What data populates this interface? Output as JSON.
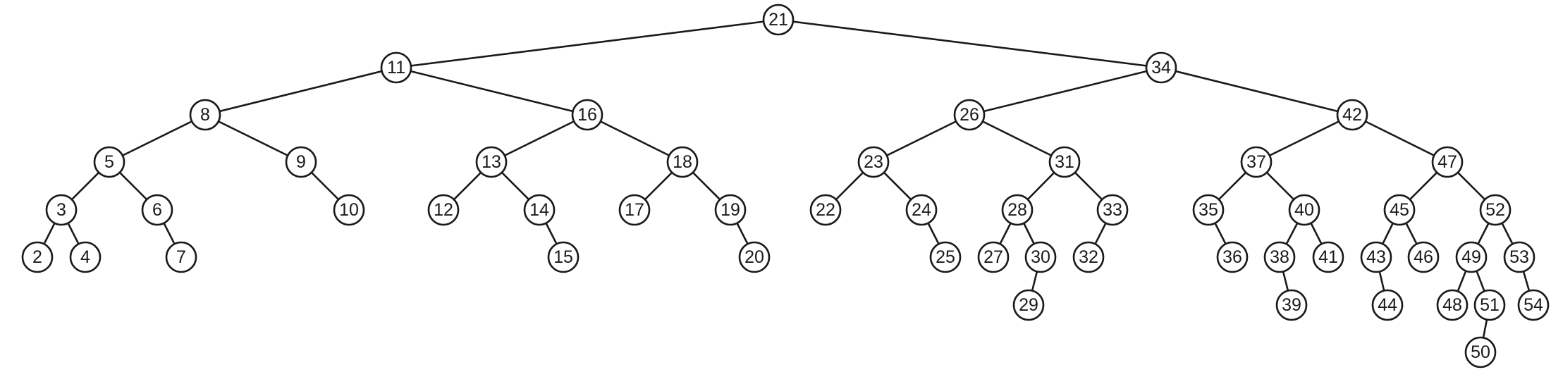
{
  "tree": {
    "nodes": [
      {
        "label": "21",
        "children": [
          "11",
          "34"
        ]
      },
      {
        "label": "11",
        "children": [
          "8",
          "16"
        ]
      },
      {
        "label": "34",
        "children": [
          "26",
          "42"
        ]
      },
      {
        "label": "8",
        "children": [
          "5",
          "9"
        ]
      },
      {
        "label": "16",
        "children": [
          "13",
          "18"
        ]
      },
      {
        "label": "26",
        "children": [
          "23",
          "31"
        ]
      },
      {
        "label": "42",
        "children": [
          "37",
          "47"
        ]
      },
      {
        "label": "5",
        "children": [
          "3",
          "6"
        ]
      },
      {
        "label": "9",
        "children": [
          "10"
        ]
      },
      {
        "label": "13",
        "children": [
          "12",
          "14"
        ]
      },
      {
        "label": "18",
        "children": [
          "17",
          "19"
        ]
      },
      {
        "label": "23",
        "children": [
          "22",
          "24"
        ]
      },
      {
        "label": "31",
        "children": [
          "28",
          "33"
        ]
      },
      {
        "label": "37",
        "children": [
          "35",
          "40"
        ]
      },
      {
        "label": "47",
        "children": [
          "45",
          "52"
        ]
      },
      {
        "label": "3",
        "children": [
          "2",
          "4"
        ]
      },
      {
        "label": "6",
        "children": [
          "7"
        ]
      },
      {
        "label": "10",
        "children": []
      },
      {
        "label": "12",
        "children": []
      },
      {
        "label": "14",
        "children": [
          "15"
        ]
      },
      {
        "label": "17",
        "children": []
      },
      {
        "label": "19",
        "children": [
          "20"
        ]
      },
      {
        "label": "22",
        "children": []
      },
      {
        "label": "24",
        "children": [
          "25"
        ]
      },
      {
        "label": "28",
        "children": [
          "27",
          "30"
        ]
      },
      {
        "label": "33",
        "children": [
          "32"
        ]
      },
      {
        "label": "35",
        "children": [
          "36"
        ]
      },
      {
        "label": "40",
        "children": [
          "38",
          "41"
        ]
      },
      {
        "label": "45",
        "children": [
          "43",
          "46"
        ]
      },
      {
        "label": "52",
        "children": [
          "49",
          "53"
        ]
      },
      {
        "label": "2",
        "children": []
      },
      {
        "label": "4",
        "children": []
      },
      {
        "label": "7",
        "children": []
      },
      {
        "label": "15",
        "children": []
      },
      {
        "label": "20",
        "children": []
      },
      {
        "label": "25",
        "children": []
      },
      {
        "label": "27",
        "children": []
      },
      {
        "label": "30",
        "children": [
          "29"
        ]
      },
      {
        "label": "32",
        "children": []
      },
      {
        "label": "36",
        "children": []
      },
      {
        "label": "38",
        "children": [
          "39"
        ]
      },
      {
        "label": "41",
        "children": []
      },
      {
        "label": "43",
        "children": [
          "44"
        ]
      },
      {
        "label": "46",
        "children": []
      },
      {
        "label": "49",
        "children": [
          "48",
          "51"
        ]
      },
      {
        "label": "53",
        "children": [
          "54"
        ]
      },
      {
        "label": "29",
        "children": []
      },
      {
        "label": "39",
        "children": []
      },
      {
        "label": "44",
        "children": []
      },
      {
        "label": "48",
        "children": []
      },
      {
        "label": "51",
        "children": [
          "50"
        ]
      },
      {
        "label": "54",
        "children": []
      },
      {
        "label": "50",
        "children": []
      }
    ]
  }
}
